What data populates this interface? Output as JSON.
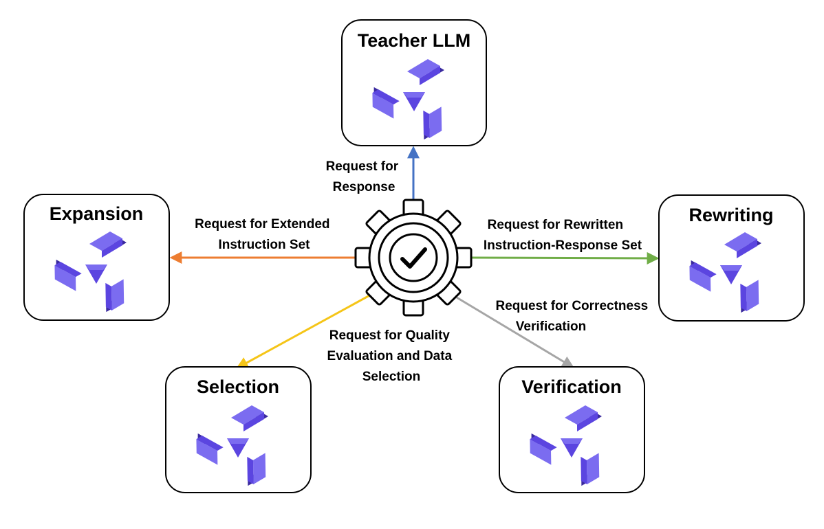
{
  "nodes": {
    "teacher": {
      "title": "Teacher LLM",
      "icon": "llm-logo-icon"
    },
    "expansion": {
      "title": "Expansion",
      "icon": "llm-logo-icon"
    },
    "rewriting": {
      "title": "Rewriting",
      "icon": "llm-logo-icon"
    },
    "selection": {
      "title": "Selection",
      "icon": "llm-logo-icon"
    },
    "verification": {
      "title": "Verification",
      "icon": "llm-logo-icon"
    }
  },
  "hub": {
    "icon": "gear-check-icon"
  },
  "edges": {
    "response": {
      "label_line1": "Request for",
      "label_line2": "Response",
      "color": "#4472C4"
    },
    "extended": {
      "label_line1": "Request for Extended",
      "label_line2": "Instruction Set",
      "color": "#ED7D31"
    },
    "rewritten": {
      "label_line1": "Request for Rewritten",
      "label_line2": "Instruction-Response Set",
      "color": "#70AD47"
    },
    "quality": {
      "label_line1": "Request for Quality",
      "label_line2": "Evaluation and Data",
      "label_line3": "Selection",
      "color": "#F5C518"
    },
    "correctness": {
      "label_line1": "Request for Correctness",
      "label_line2": "Verification",
      "color": "#A6A6A6"
    }
  },
  "colors": {
    "logo_light": "#7B6CF0",
    "logo_mid": "#5B45E0",
    "logo_dark": "#3A2A9E",
    "outline": "#000000"
  }
}
